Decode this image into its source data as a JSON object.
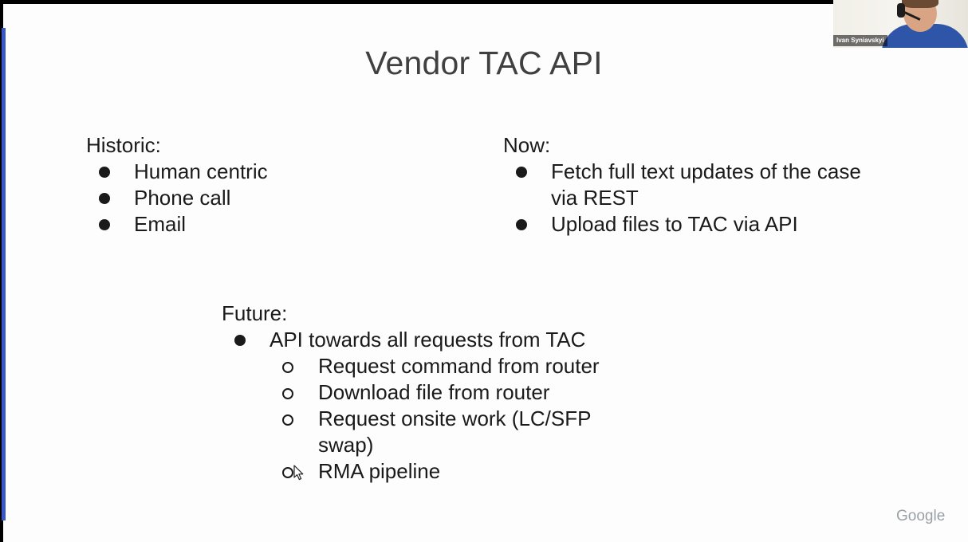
{
  "slide": {
    "title": "Vendor TAC API",
    "historic": {
      "heading": "Historic:",
      "items": [
        "Human centric",
        "Phone call",
        "Email"
      ]
    },
    "now": {
      "heading": "Now:",
      "items": [
        "Fetch full text updates of the case via REST",
        "Upload files to TAC via API"
      ]
    },
    "future": {
      "heading": "Future:",
      "item": "API towards all requests from TAC",
      "subitems": [
        "Request command from router",
        "Download file from router",
        "Request onsite work (LC/SFP swap)",
        "RMA pipeline"
      ]
    },
    "branding": "Google"
  },
  "participant": {
    "name": "Ivan Syniavskyi"
  },
  "colors": {
    "slide_background": "#fdfdfd",
    "title_text": "#404040",
    "body_text": "#1a1a1a",
    "left_edge_accent": "#3a57c8",
    "branding_text": "#9aa0a6",
    "frame": "#000000"
  },
  "icons": {
    "bullet_level1": "filled-circle-bullet",
    "bullet_level2": "hollow-circle-bullet",
    "pointer": "mouse-pointer-icon"
  }
}
